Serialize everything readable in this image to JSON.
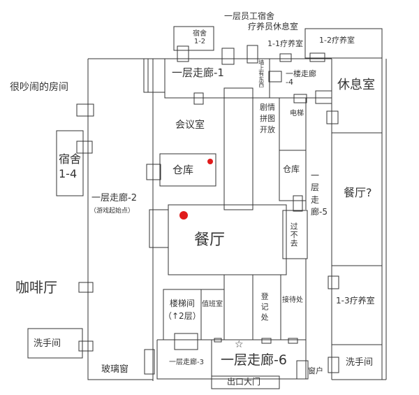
{
  "labels": {
    "staff_dorm": "一层员工宿舍",
    "nurse_lounge": "疗养员休息室",
    "dorm_1_2": "宿舍\n1-2",
    "ward_1_1": "1-1疗养室",
    "ward_1_2": "1-2疗养室",
    "corridor_1": "一层走廊-1",
    "wall_note": "墙上有东西",
    "corridor_4": "一楼走廊\n-4",
    "lounge": "休息室",
    "noisy_room": "很吵闹的房间",
    "meeting_room": "会议室",
    "story_puzzle": "剧情拼图开放",
    "elevator": "电梯",
    "dorm_1_4": "宿舍\n1-4",
    "storage_1": "仓库",
    "storage_2": "仓库",
    "corridor_5": "一层走廊-5",
    "dining_q": "餐厅?",
    "corridor_2": "一层走廊-2",
    "start_point": "（游戏起始点）",
    "dining": "餐厅",
    "blocked": "过不去",
    "cafe": "咖啡厅",
    "stairs": "楼梯间\n（↑2层）",
    "duty_room": "值班室",
    "registration": "登记处",
    "reception": "接待处",
    "ward_1_3": "1-3疗养室",
    "restroom_left": "洗手间",
    "restroom_right": "洗手间",
    "star": "☆",
    "corridor_3": "一层走廊-3",
    "corridor_6": "一层走廊-6",
    "window": "窗户",
    "glass_window": "玻璃窗",
    "exit": "出口大门"
  },
  "markers": {
    "color": "#e01b1b",
    "items": [
      "red-dot-storage",
      "red-dot-dining"
    ]
  }
}
